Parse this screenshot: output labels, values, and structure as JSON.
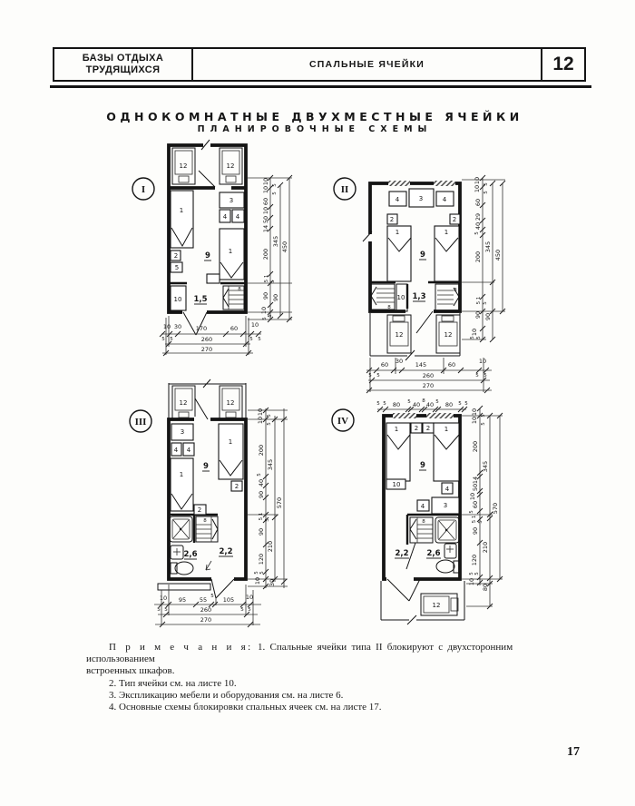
{
  "header": {
    "left_line1": "БАЗЫ ОТДЫХА",
    "left_line2": "ТРУДЯЩИХСЯ",
    "center": "СПАЛЬНЫЕ ЯЧЕЙКИ",
    "sheet_no": "12"
  },
  "title": {
    "line1": "ОДНОКОМНАТНЫЕ ДВУХМЕСТНЫЕ ЯЧЕЙКИ",
    "line2": "ПЛАНИРОВОЧНЫЕ СХЕМЫ"
  },
  "plans": {
    "p1": {
      "badge": "I",
      "furn": [
        "12",
        "12",
        "1",
        "2",
        "5",
        "3",
        "4",
        "4",
        "1",
        "9",
        "10",
        "1,5",
        "8"
      ],
      "dr": [
        "10",
        "10",
        "5",
        "5",
        "60",
        "10",
        "50",
        "14",
        "200",
        "345",
        "450",
        "5 1",
        "5",
        "90",
        "90",
        "10",
        "5",
        "5"
      ],
      "db": [
        "10",
        "30",
        "170",
        "60",
        "10",
        "5",
        "5",
        "5",
        "5",
        "260",
        "270"
      ]
    },
    "p2": {
      "badge": "II",
      "furn": [
        "4",
        "3",
        "4",
        "2",
        "2",
        "1",
        "1",
        "9",
        "8",
        "10",
        "1,3",
        "8",
        "12",
        "12"
      ],
      "dr": [
        "10",
        "10",
        "5",
        "5",
        "60",
        "29",
        "40",
        "5",
        "200",
        "345",
        "450",
        "5 1",
        "5",
        "90",
        "90",
        "10",
        "5",
        "5"
      ],
      "db": [
        "60",
        "30",
        "145",
        "60",
        "10",
        "5",
        "5",
        "5",
        "5",
        "260",
        "270"
      ]
    },
    "p3": {
      "badge": "III",
      "furn": [
        "12",
        "12",
        "3",
        "4",
        "4",
        "1",
        "2",
        "1",
        "2",
        "9",
        "8",
        "2,6",
        "2,2"
      ],
      "dr": [
        "10",
        "10",
        "5",
        "5",
        "200",
        "5",
        "40",
        "90",
        "345",
        "5 1",
        "5",
        "90",
        "210",
        "120",
        "570",
        "5",
        "5",
        "10",
        "30"
      ],
      "db": [
        "10",
        "95",
        "55",
        "5",
        "105",
        "10",
        "5",
        "5",
        "5",
        "5",
        "260",
        "270"
      ]
    },
    "p4": {
      "badge": "IV",
      "furn": [
        "1",
        "2",
        "2",
        "1",
        "9",
        "10",
        "4",
        "4",
        "3",
        "8",
        "2,2",
        "2,6",
        "12"
      ],
      "dt": [
        "5",
        "5",
        "80",
        "5",
        "40",
        "8",
        "40",
        "5",
        "80",
        "5",
        "5"
      ],
      "dr": [
        "10",
        "10",
        "5",
        "5",
        "200",
        "14",
        "50",
        "10",
        "60",
        "5",
        "345",
        "5 1",
        "5",
        "90",
        "210",
        "120",
        "570",
        "5",
        "5",
        "10",
        "80"
      ]
    }
  },
  "notes": {
    "label": "П р и м е ч а н и я:",
    "n1_line1": "1. Спальные ячейки типа II блокируют с  двухсторонним  использованием",
    "n1_line2": "встроенных шкафов.",
    "n2": "2. Тип ячейки см. на листе 10.",
    "n3": "3. Экспликацию мебели и оборудования см. на листе 6.",
    "n4": "4. Основные схемы блокировки спальных ячеек см. на листе 17."
  },
  "page": {
    "number": "17"
  }
}
